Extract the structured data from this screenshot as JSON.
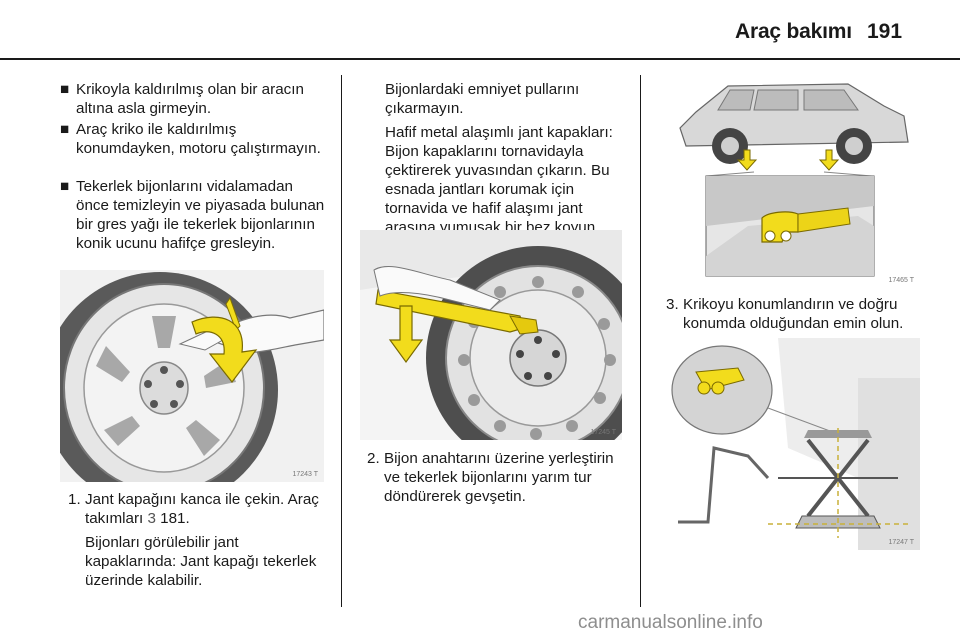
{
  "header": {
    "title": "Araç bakımı",
    "page_number": "191"
  },
  "col1": {
    "bullets": [
      "Krikoyla kaldırılmış olan bir aracın altına asla girmeyin.",
      "Araç kriko ile kaldırılmış konumdayken, motoru çalıştırmayın.",
      "Tekerlek bijonlarını vidalamadan önce temizleyin ve piyasada bulunan bir gres yağı ile tekerlek bijonlarının konik ucunu hafifçe gresleyin."
    ],
    "figure_code": "17243 T",
    "step1": {
      "number": "1.",
      "text": "Jant kapağını kanca ile çekin. Araç takımları",
      "ref_symbol": "3",
      "ref_page": "181."
    },
    "step1_note": "Bijonları görülebilir jant kapaklarında: Jant kapağı tekerlek üzerinde kalabilir."
  },
  "col2": {
    "para1": "Bijonlardaki emniyet pullarını çıkarmayın.",
    "para2": "Hafif metal alaşımlı jant kapakları: Bijon kapaklarını tornavidayla çektirerek yuvasından çıkarın. Bu esnada jantları korumak için tornavida ve hafif alaşımı jant arasına yumuşak bir bez koyun.",
    "figure_code": "17245 T",
    "step2": {
      "number": "2.",
      "text": "Bijon anahtarını üzerine yerleştirin ve tekerlek bijonlarını yarım tur döndürerek gevşetin."
    }
  },
  "col3": {
    "figure1_code": "17465 T",
    "step3": {
      "number": "3.",
      "text": "Krikoyu konumlandırın ve doğru konumda olduğundan emin olun."
    },
    "figure2_code": "17247 T"
  },
  "watermark": "carmanualsonline.info",
  "colors": {
    "arrow_yellow": "#f2dc1c",
    "text": "#1a1a1a",
    "figure_grey": "#d9d9d9"
  }
}
